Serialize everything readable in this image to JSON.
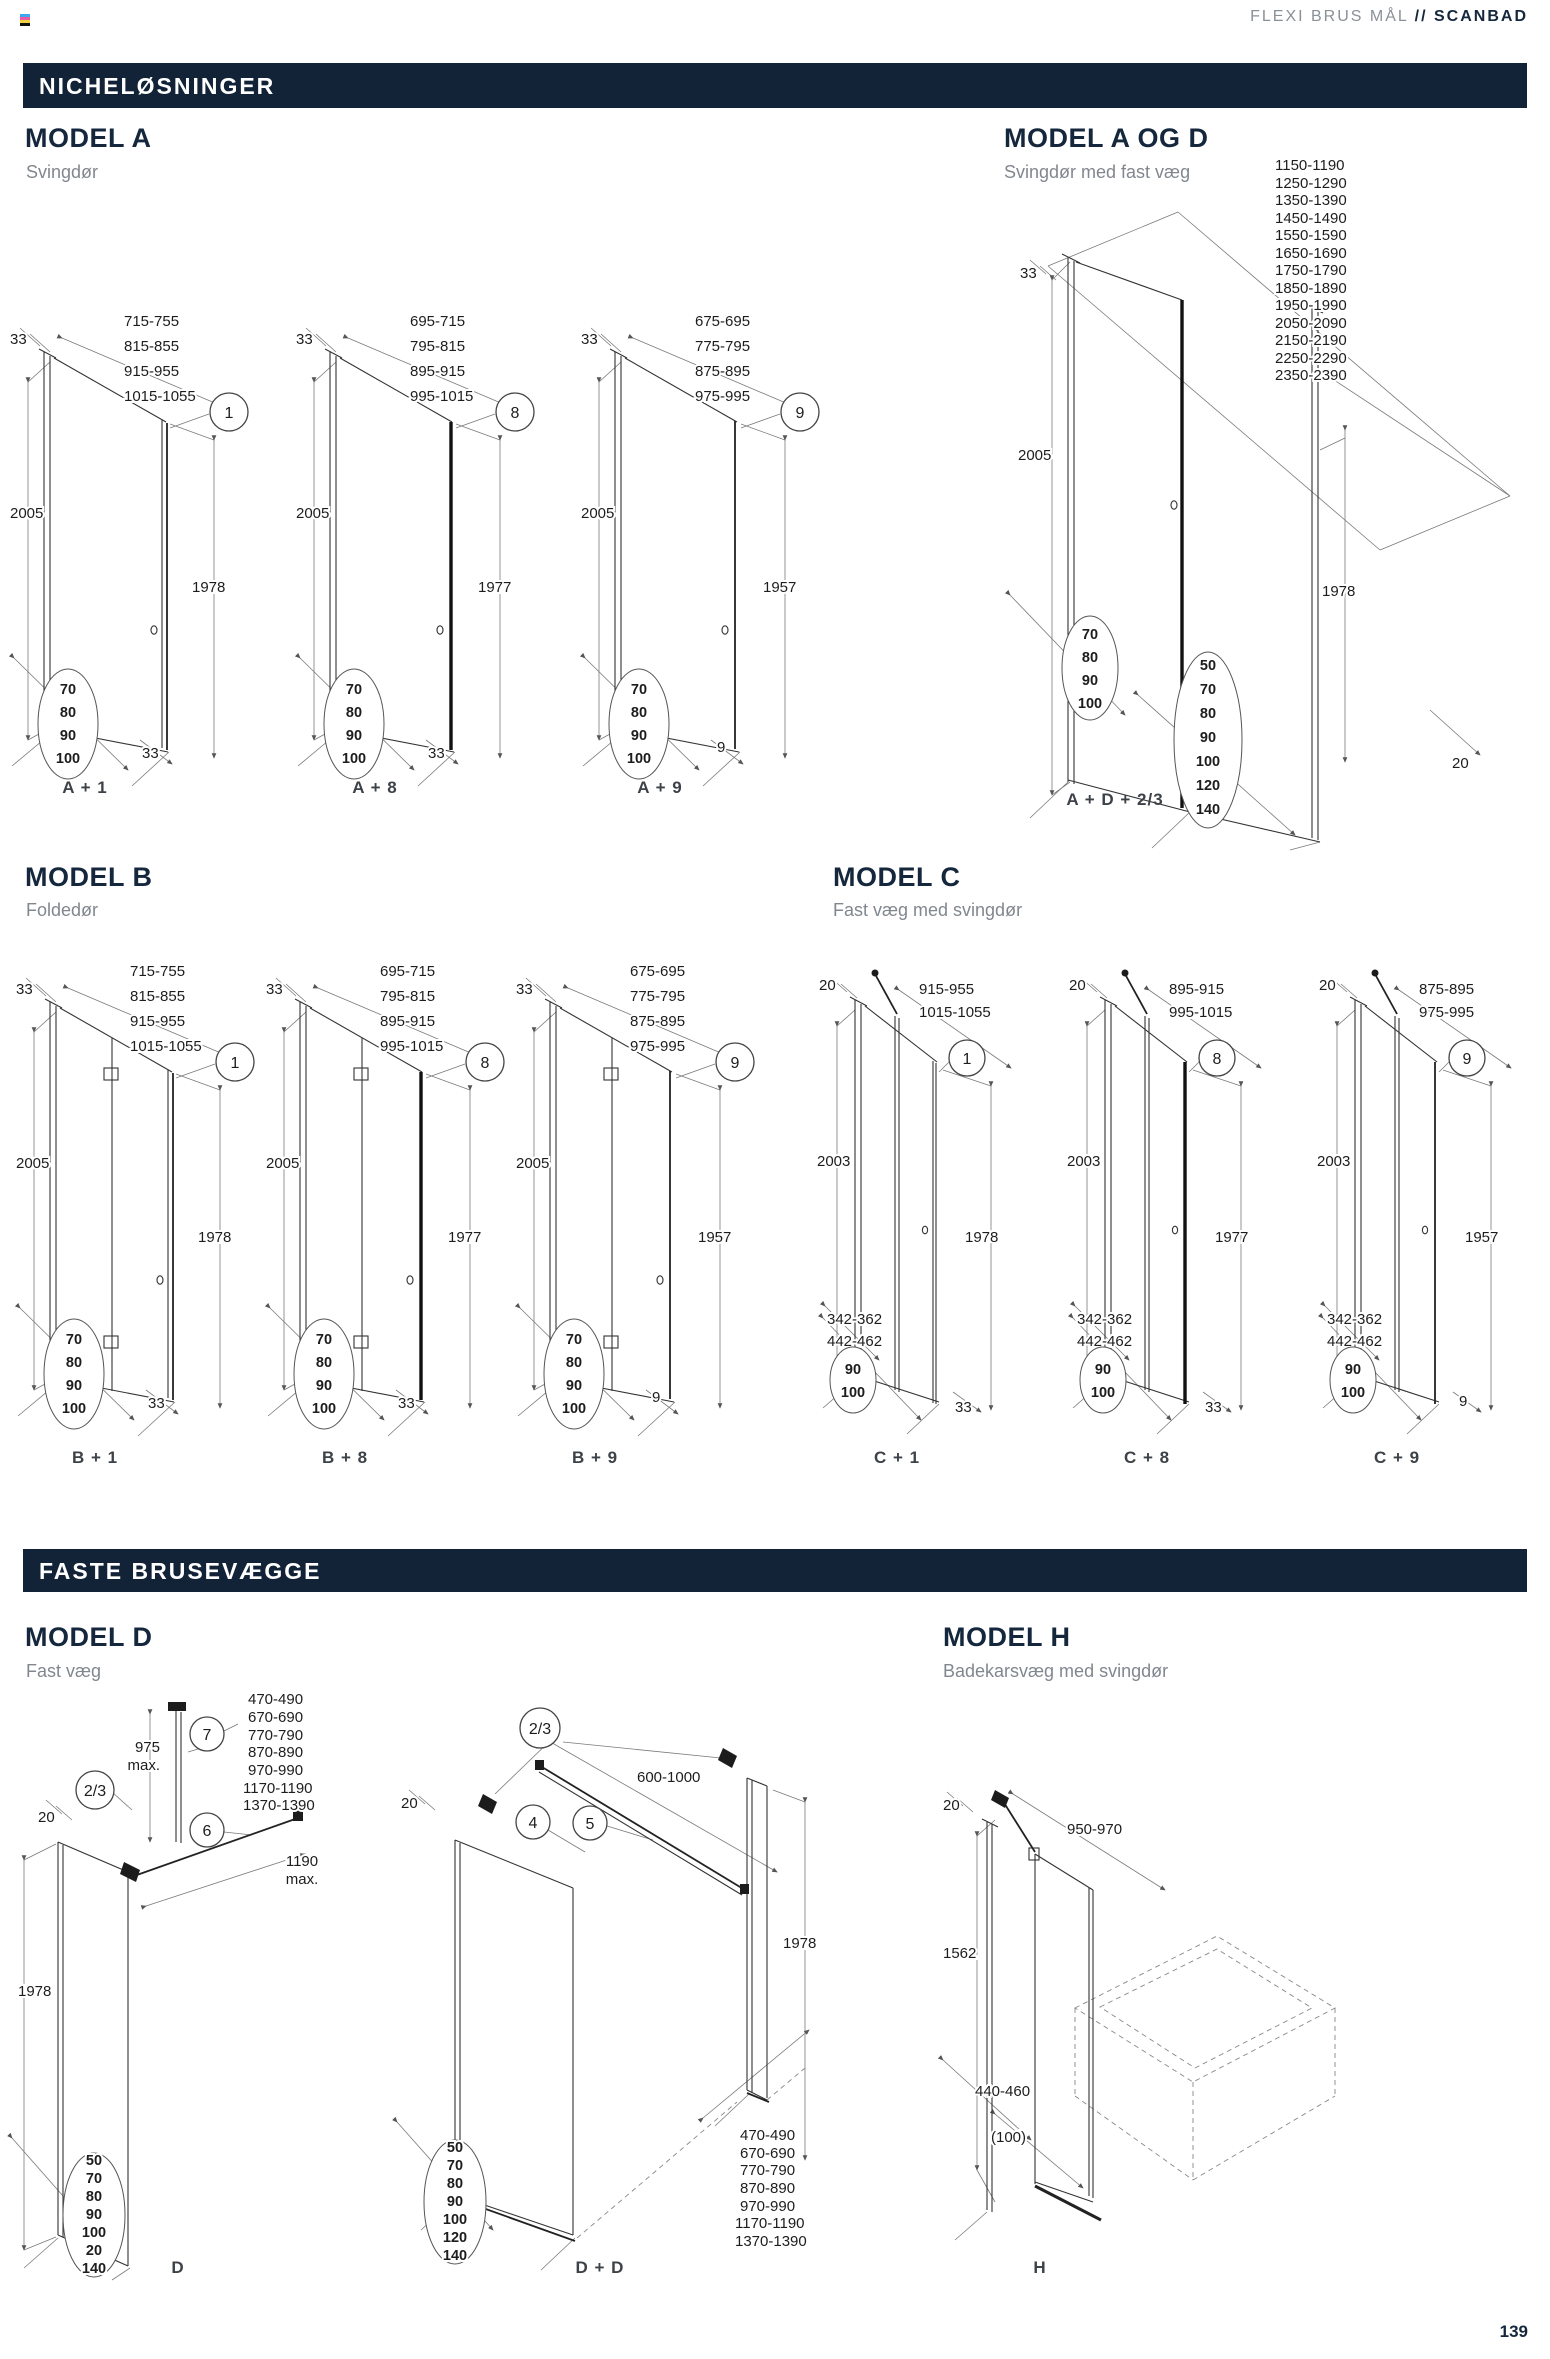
{
  "header": {
    "doc_title": "FLEXI BRUS MÅL",
    "separator": "//",
    "brand": "SCANBAD"
  },
  "footer": {
    "page_number": "139"
  },
  "sections": {
    "niche_banner": "NICHELØSNINGER",
    "faste_banner": "FASTE BRUSEVÆGGE"
  },
  "model_a": {
    "title": "MODEL A",
    "subtitle": "Svingdør",
    "diagrams": [
      {
        "caption": "A + 1",
        "gap_top": "33",
        "widths": [
          "715-755",
          "815-855",
          "915-955",
          "1015-1055"
        ],
        "part": "1",
        "height_left": "2005",
        "height_right": "1978",
        "depths": [
          "70",
          "80",
          "90",
          "100"
        ],
        "gap_bottom": "33"
      },
      {
        "caption": "A + 8",
        "gap_top": "33",
        "widths": [
          "695-715",
          "795-815",
          "895-915",
          "995-1015"
        ],
        "part": "8",
        "height_left": "2005",
        "height_right": "1977",
        "depths": [
          "70",
          "80",
          "90",
          "100"
        ],
        "gap_bottom": "33"
      },
      {
        "caption": "A + 9",
        "gap_top": "33",
        "widths": [
          "675-695",
          "775-795",
          "875-895",
          "975-995"
        ],
        "part": "9",
        "height_left": "2005",
        "height_right": "1957",
        "depths": [
          "70",
          "80",
          "90",
          "100"
        ],
        "gap_bottom": "9"
      }
    ]
  },
  "model_aogd": {
    "title": "MODEL A OG D",
    "subtitle": "Svingdør med fast væg",
    "caption": "A + D + 2/3",
    "gap_top": "33",
    "widths": [
      "1150-1190",
      "1250-1290",
      "1350-1390",
      "1450-1490",
      "1550-1590",
      "1650-1690",
      "1750-1790",
      "1850-1890",
      "1950-1990",
      "2050-2090",
      "2150-2190",
      "2250-2290",
      "2350-2390"
    ],
    "height_left": "2005",
    "height_right": "1978",
    "depths_left": [
      "70",
      "80",
      "90",
      "100"
    ],
    "depths_right": [
      "50",
      "70",
      "80",
      "90",
      "100",
      "120",
      "140"
    ],
    "gap_bottom": "20"
  },
  "model_b": {
    "title": "MODEL B",
    "subtitle": "Foldedør",
    "diagrams": [
      {
        "caption": "B + 1",
        "gap_top": "33",
        "widths": [
          "715-755",
          "815-855",
          "915-955",
          "1015-1055"
        ],
        "part": "1",
        "height_left": "2005",
        "height_right": "1978",
        "depths": [
          "70",
          "80",
          "90",
          "100"
        ],
        "gap_bottom": "33"
      },
      {
        "caption": "B + 8",
        "gap_top": "33",
        "widths": [
          "695-715",
          "795-815",
          "895-915",
          "995-1015"
        ],
        "part": "8",
        "height_left": "2005",
        "height_right": "1977",
        "depths": [
          "70",
          "80",
          "90",
          "100"
        ],
        "gap_bottom": "33"
      },
      {
        "caption": "B + 9",
        "gap_top": "33",
        "widths": [
          "675-695",
          "775-795",
          "875-895",
          "975-995"
        ],
        "part": "9",
        "height_left": "2005",
        "height_right": "1957",
        "depths": [
          "70",
          "80",
          "90",
          "100"
        ],
        "gap_bottom": "9"
      }
    ]
  },
  "model_c": {
    "title": "MODEL C",
    "subtitle": "Fast væg med svingdør",
    "diagrams": [
      {
        "caption": "C + 1",
        "gap_top": "20",
        "widths": [
          "915-955",
          "1015-1055"
        ],
        "part": "1",
        "height_left": "2003",
        "height_right": "1978",
        "inner_widths": [
          "342-362",
          "442-462"
        ],
        "depths": [
          "90",
          "100"
        ],
        "gap_bottom": "33"
      },
      {
        "caption": "C + 8",
        "gap_top": "20",
        "widths": [
          "895-915",
          "995-1015"
        ],
        "part": "8",
        "height_left": "2003",
        "height_right": "1977",
        "inner_widths": [
          "342-362",
          "442-462"
        ],
        "depths": [
          "90",
          "100"
        ],
        "gap_bottom": "33"
      },
      {
        "caption": "C + 9",
        "gap_top": "20",
        "widths": [
          "875-895",
          "975-995"
        ],
        "part": "9",
        "height_left": "2003",
        "height_right": "1957",
        "inner_widths": [
          "342-362",
          "442-462"
        ],
        "depths": [
          "90",
          "100"
        ],
        "gap_bottom": "9"
      }
    ]
  },
  "model_d": {
    "title": "MODEL D",
    "subtitle": "Fast væg",
    "d": {
      "caption": "D",
      "gap_top": "20",
      "part_ceiling": "7",
      "part_brace": "6",
      "part_wall": "2/3",
      "max_height": "975",
      "max_height_suffix": "max.",
      "brace_length": "1190",
      "brace_length_suffix": "max.",
      "widths": [
        "470-490",
        "670-690",
        "770-790",
        "870-890",
        "970-990",
        "1170-1190",
        "1370-1390"
      ],
      "height": "1978",
      "depths": [
        "50",
        "70",
        "80",
        "90",
        "100",
        "20",
        "140"
      ]
    },
    "dd": {
      "caption": "D + D",
      "gap_top": "20",
      "part_wall": "2/3",
      "bar_range": "600-1000",
      "part_bar": "4",
      "part_clamp": "5",
      "height": "1978",
      "widths": [
        "470-490",
        "670-690",
        "770-790",
        "870-890",
        "970-990",
        "1170-1190",
        "1370-1390"
      ],
      "depths": [
        "50",
        "70",
        "80",
        "90",
        "100",
        "120",
        "140"
      ]
    }
  },
  "model_h": {
    "title": "MODEL H",
    "subtitle": "Badekarsvæg med svingdør",
    "caption": "H",
    "gap_top": "20",
    "width_top": "950-970",
    "height": "1562",
    "width_bottom": "440-460",
    "depth": "(100)"
  }
}
